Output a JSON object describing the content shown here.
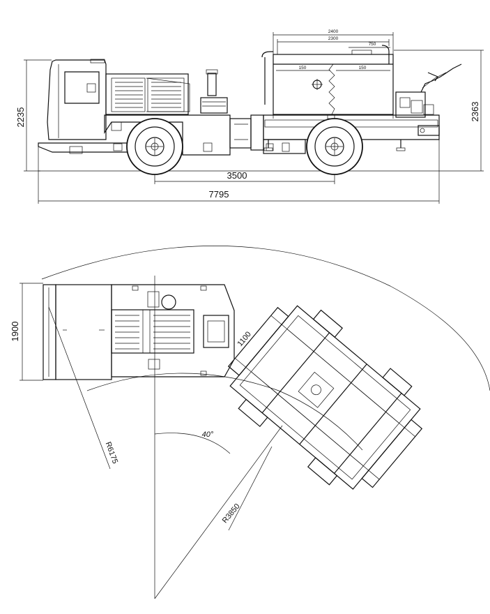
{
  "side_view": {
    "overall_length": "7795",
    "wheelbase": "3500",
    "height_front": "2235",
    "height_rear": "2363",
    "tank_width_outer": "2400",
    "tank_width_inner": "2300",
    "tank_top_dim": "750",
    "tank_left_dim": "150",
    "tank_right_dim": "150"
  },
  "top_view": {
    "width": "1900",
    "dim_1100": "1100",
    "articulation_angle": "40°",
    "outer_radius": "R6175",
    "inner_radius": "R3850"
  }
}
